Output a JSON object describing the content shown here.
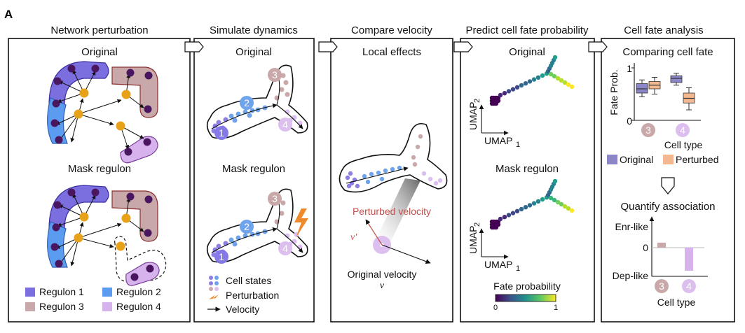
{
  "panel_letter": "A",
  "headers": [
    "Network perturbation",
    "Simulate dynamics",
    "Compare velocity",
    "Predict cell fate probability",
    "Cell fate analysis"
  ],
  "p1": {
    "top": "Original",
    "bottom": "Mask regulon",
    "legend": [
      "Regulon 1",
      "Regulon 2",
      "Regulon 3",
      "Regulon 4"
    ]
  },
  "p2": {
    "top": "Original",
    "bottom": "Mask regulon",
    "legend": [
      "Cell states",
      "Perturbation",
      "Velocity"
    ],
    "states": [
      "1",
      "2",
      "3",
      "4"
    ]
  },
  "p3": {
    "title": "Local effects",
    "perturbed": "Perturbed velocity",
    "vprime": "v′",
    "original": "Original velocity",
    "v": "v"
  },
  "p4": {
    "top": "Original",
    "bottom": "Mask regulon",
    "umap_y": "UMAP",
    "umap_x": "UMAP",
    "sub2": "2",
    "sub1": "1",
    "colorbar_title": "Fate probability",
    "cb_min": "0",
    "cb_max": "1"
  },
  "p5": {
    "title": "Comparing cell fate",
    "ylabel": "Fate Prob.",
    "yticks": [
      "1",
      "0"
    ],
    "cells": [
      "3",
      "4"
    ],
    "xlabel": "Cell type",
    "legend": [
      "Original",
      "Perturbed"
    ],
    "quant_title": "Quantify association",
    "enr": "Enr-like",
    "zero": "0",
    "dep": "Dep-like",
    "xlabel2": "Cell type"
  },
  "colors": {
    "regulon1": "#7b6fe0",
    "regulon2": "#5b9bf0",
    "regulon3": "#c8a8a8",
    "regulon4": "#d6b3ec",
    "tf": "#e8a21a",
    "gene": "#4a1660",
    "state_blue": "#6fa4ec",
    "state_purple": "#8479e6",
    "original_box": "#8a86c8",
    "perturbed_box": "#f3b890",
    "lightning": "#ee8a2a"
  },
  "chart_data": [
    {
      "type": "box",
      "title": "Comparing cell fate",
      "ylabel": "Fate Prob.",
      "xlabel": "Cell type",
      "ylim": [
        0,
        1
      ],
      "categories": [
        "3",
        "4"
      ],
      "series": [
        {
          "name": "Original",
          "boxes": [
            {
              "low": 0.45,
              "q1": 0.52,
              "median": 0.6,
              "q3": 0.7,
              "high": 0.77
            },
            {
              "low": 0.67,
              "q1": 0.72,
              "median": 0.8,
              "q3": 0.85,
              "high": 0.9
            }
          ]
        },
        {
          "name": "Perturbed",
          "boxes": [
            {
              "low": 0.5,
              "q1": 0.6,
              "median": 0.67,
              "q3": 0.74,
              "high": 0.82
            },
            {
              "low": 0.2,
              "q1": 0.33,
              "median": 0.42,
              "q3": 0.52,
              "high": 0.62
            }
          ]
        }
      ]
    },
    {
      "type": "bar",
      "title": "Quantify association",
      "xlabel": "Cell type",
      "categories": [
        "3",
        "4"
      ],
      "values": [
        0.12,
        -0.55
      ],
      "ylim": [
        -1,
        1
      ]
    }
  ]
}
